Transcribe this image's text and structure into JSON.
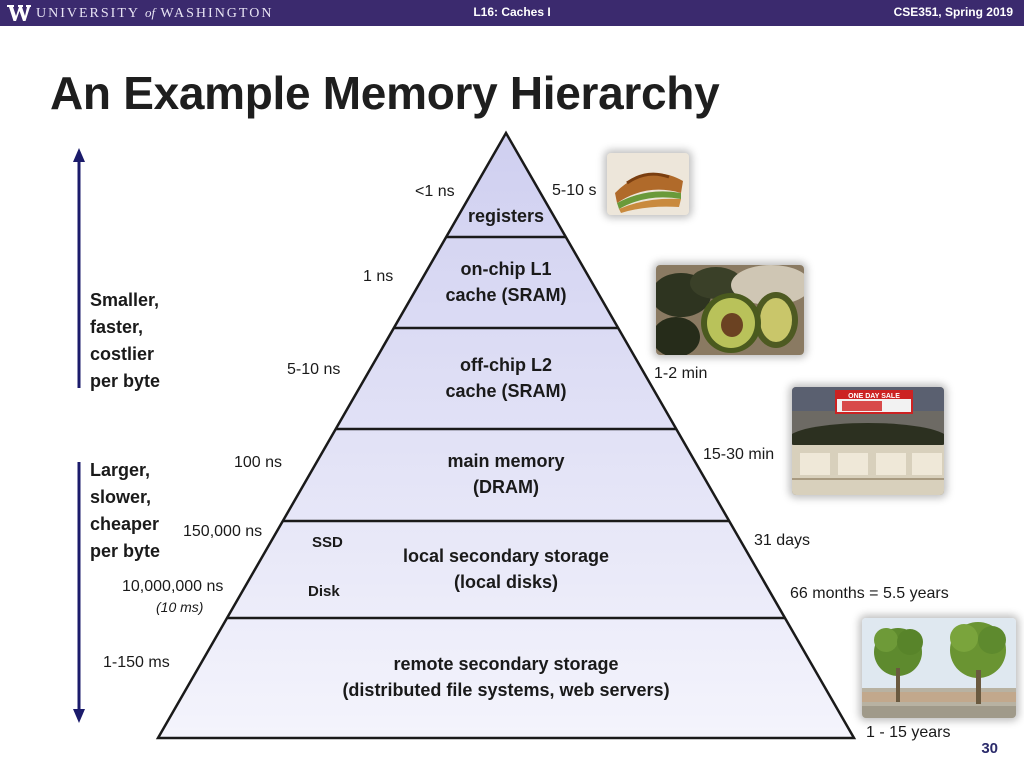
{
  "header": {
    "university_name": "UNIVERSITY of WASHINGTON",
    "lecture": "L16: Caches I",
    "course": "CSE351, Spring 2019"
  },
  "title": "An Example Memory Hierarchy",
  "sides": {
    "top": [
      "Smaller,",
      "faster,",
      "costlier",
      "per byte"
    ],
    "bottom": [
      "Larger,",
      "slower,",
      "cheaper",
      "per byte"
    ]
  },
  "levels": [
    {
      "lines": [
        "registers"
      ]
    },
    {
      "lines": [
        "on-chip L1",
        "cache (SRAM)"
      ]
    },
    {
      "lines": [
        "off-chip L2",
        "cache (SRAM)"
      ]
    },
    {
      "lines": [
        "main memory",
        "(DRAM)"
      ]
    },
    {
      "lines": [
        "local secondary storage",
        "(local disks)"
      ]
    },
    {
      "lines": [
        "remote secondary storage",
        "(distributed file systems, web servers)"
      ]
    }
  ],
  "sublabels": {
    "ssd": "SSD",
    "disk": "Disk"
  },
  "access_times": {
    "registers": "<1 ns",
    "l1": "1 ns",
    "l2": "5-10 ns",
    "main": "100 ns",
    "ssd": "150,000 ns",
    "disk": "10,000,000 ns",
    "disk_note": "(10 ms)",
    "remote": "1-150 ms"
  },
  "analogy_times": {
    "registers": "5-10 s",
    "l2": "1-2 min",
    "main": "15-30 min",
    "ssd": "31 days",
    "disk": "66 months = 5.5 years",
    "remote": "1 - 15 years"
  },
  "photos": [
    {
      "icon": "sandwich-photo"
    },
    {
      "icon": "avocado-photo"
    },
    {
      "icon": "avocado-bins-photo",
      "sign_text": "ONE DAY SALE"
    },
    {
      "icon": "avocado-trees-photo"
    }
  ],
  "colors": {
    "header_bg": "#3b2a6e",
    "pyramid_fill": "#dcdcf4",
    "arrow": "#1b1b6b"
  },
  "page_number": "30"
}
